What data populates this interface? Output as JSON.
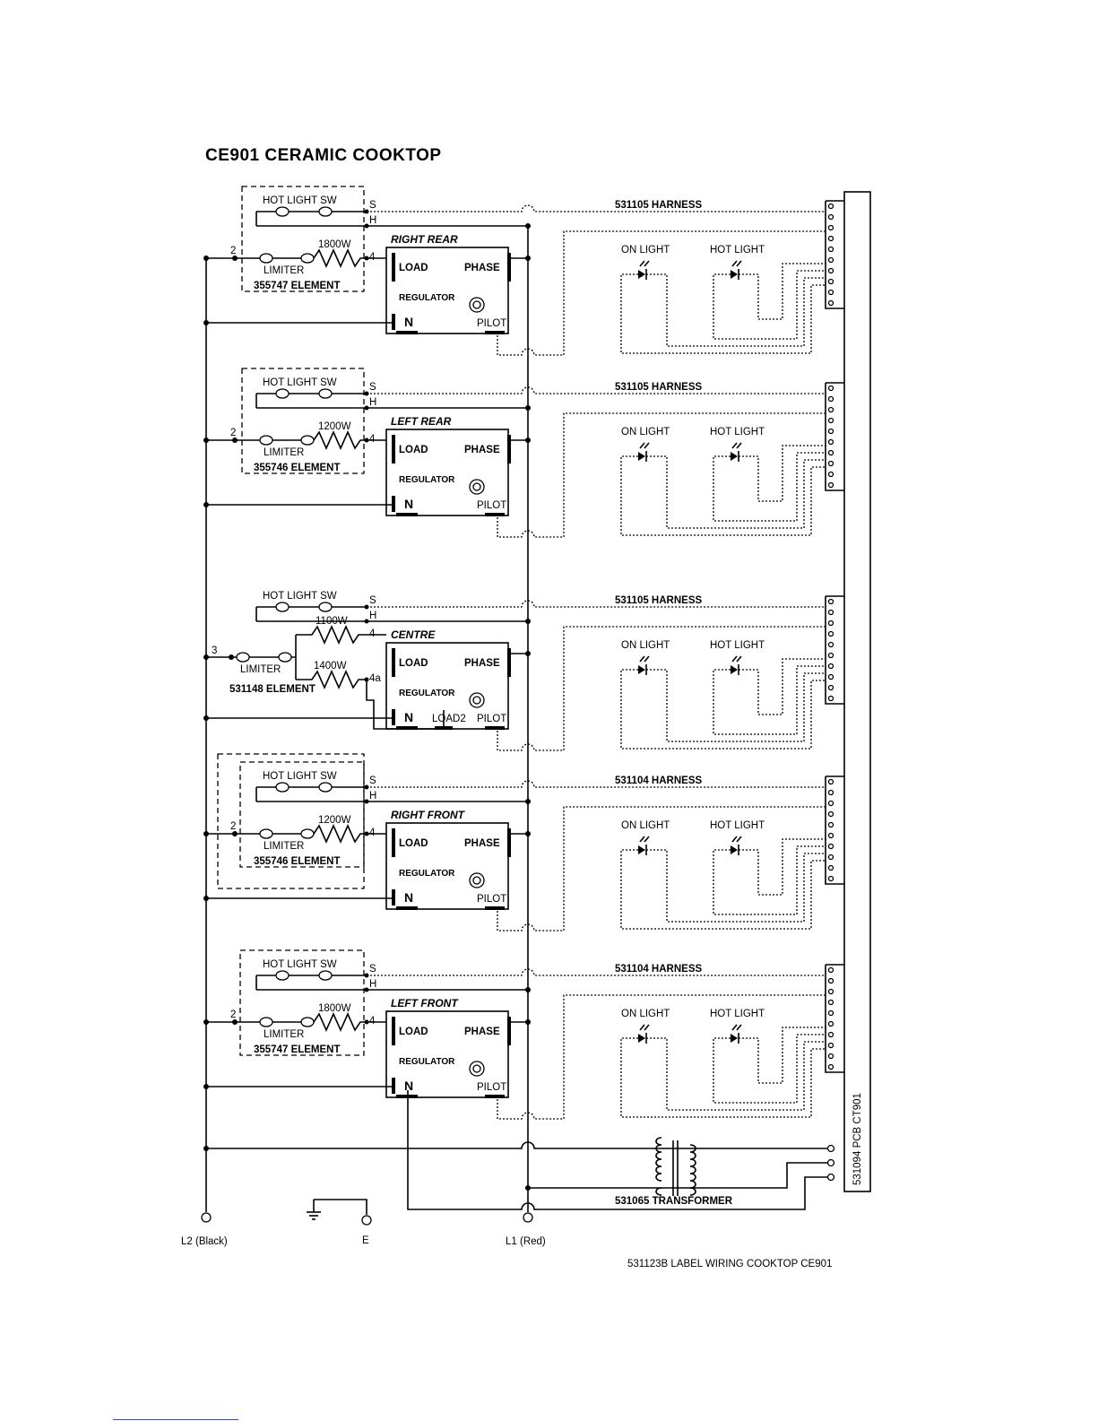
{
  "title": "CE901 CERAMIC COOKTOP",
  "blocks": [
    {
      "zone": "RIGHT REAR",
      "harness": "531105 HARNESS",
      "watts": [
        "1800W"
      ],
      "element": "355747 ELEMENT",
      "term_in": "2",
      "terms_out": [
        "4"
      ],
      "has_load2": false
    },
    {
      "zone": "LEFT REAR",
      "harness": "531105 HARNESS",
      "watts": [
        "1200W"
      ],
      "element": "355746 ELEMENT",
      "term_in": "2",
      "terms_out": [
        "4"
      ],
      "has_load2": false
    },
    {
      "zone": "CENTRE",
      "harness": "531105 HARNESS",
      "watts": [
        "1100W",
        "1400W"
      ],
      "element": "531148 ELEMENT",
      "term_in": "3",
      "terms_out": [
        "4",
        "4a"
      ],
      "has_load2": true
    },
    {
      "zone": "RIGHT FRONT",
      "harness": "531104 HARNESS",
      "watts": [
        "1200W"
      ],
      "element": "355746 ELEMENT",
      "term_in": "2",
      "terms_out": [
        "4"
      ],
      "has_load2": false
    },
    {
      "zone": "LEFT FRONT",
      "harness": "531104 HARNESS",
      "watts": [
        "1800W"
      ],
      "element": "355747 ELEMENT",
      "term_in": "2",
      "terms_out": [
        "4"
      ],
      "has_load2": false
    }
  ],
  "common": {
    "hot_light_sw": "HOT LIGHT SW",
    "limiter": "LIMITER",
    "load": "LOAD",
    "load2": "LOAD2",
    "phase": "PHASE",
    "regulator": "REGULATOR",
    "neutral": "N",
    "pilot": "PILOT",
    "on_light": "ON LIGHT",
    "hot_light": "HOT LIGHT",
    "s": "S",
    "h": "H"
  },
  "transformer": "531065 TRANSFORMER",
  "pcb": "531094 PCB CT901",
  "l2": "L2 (Black)",
  "earth": "E",
  "l1": "L1 (Red)",
  "label_ref": "531123B LABEL WIRING COOKTOP CE901"
}
